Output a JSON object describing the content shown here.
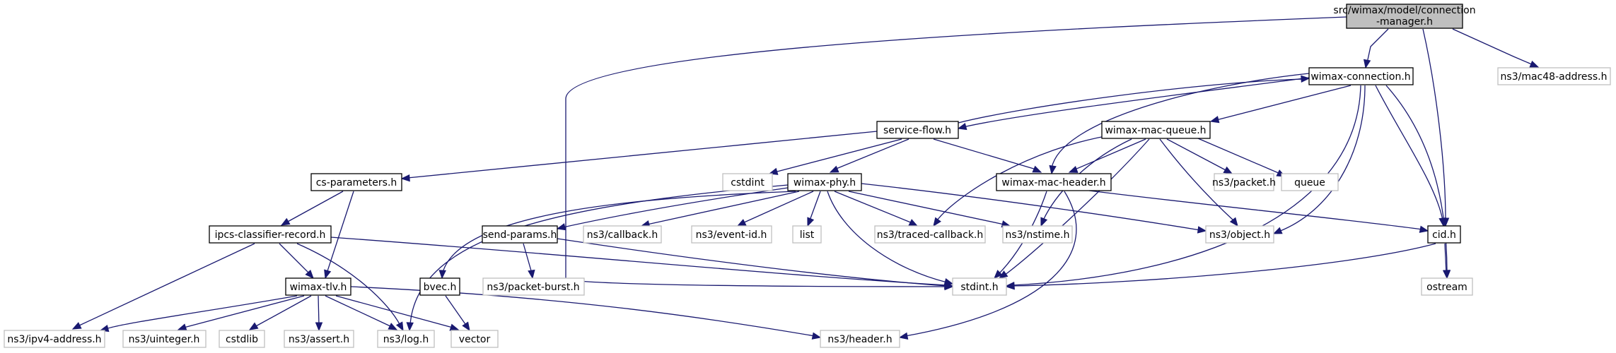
{
  "colors": {
    "edge": "#191970",
    "main_fill": "#bfbfbf",
    "border": "#000000",
    "ext_border": "#bfbfbf"
  },
  "nodes": {
    "root": [
      "src/wimax/model/connection",
      "-manager.h"
    ],
    "wimax_connection": "wimax-connection.h",
    "mac48": "ns3/mac48-address.h",
    "service_flow": "service-flow.h",
    "wimax_mac_queue": "wimax-mac-queue.h",
    "cs_parameters": "cs-parameters.h",
    "cstdint": "cstdint",
    "wimax_phy": "wimax-phy.h",
    "wimax_mac_header": "wimax-mac-header.h",
    "ns3_packet": "ns3/packet.h",
    "queue": "queue",
    "ipcs": "ipcs-classifier-record.h",
    "send_params": "send-params.h",
    "ns3_callback": "ns3/callback.h",
    "ns3_event_id": "ns3/event-id.h",
    "list": "list",
    "traced_callback": "ns3/traced-callback.h",
    "nstime": "ns3/nstime.h",
    "ns3_object": "ns3/object.h",
    "cid": "cid.h",
    "wimax_tlv": "wimax-tlv.h",
    "bvec": "bvec.h",
    "packet_burst": "ns3/packet-burst.h",
    "stdint": "stdint.h",
    "ostream": "ostream",
    "ipv4": "ns3/ipv4-address.h",
    "uinteger": "ns3/uinteger.h",
    "cstdlib": "cstdlib",
    "assert": "ns3/assert.h",
    "log": "ns3/log.h",
    "vector": "vector",
    "header": "ns3/header.h"
  }
}
